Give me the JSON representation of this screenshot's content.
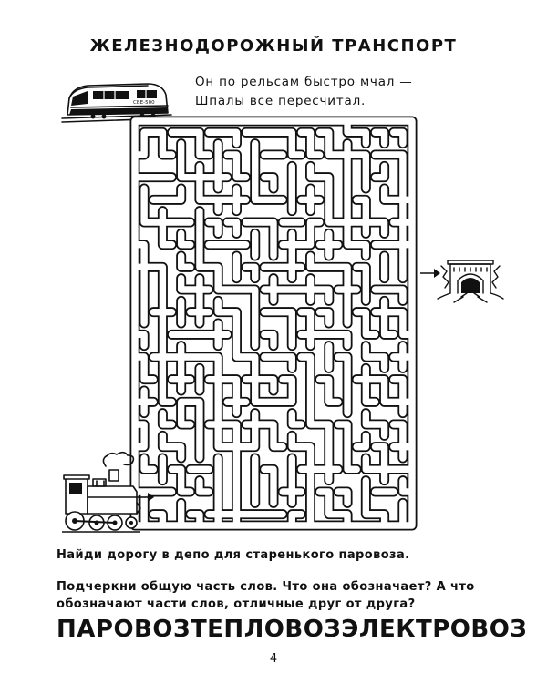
{
  "title": "ЖЕЛЕЗНОДОРОЖНЫЙ ТРАНСПОРТ",
  "poem": {
    "line1": "Он по рельсам быстро мчал —",
    "line2": "Шпалы все пересчитал."
  },
  "train_sign": "СВЕ-500",
  "task1": "Найди дорогу в депо для старенького паровоза.",
  "task2": "Подчеркни общую часть слов. Что она обозначает? А что обозначают части слов, отличные друг от друга?",
  "words": [
    "ПАРОВОЗ",
    "ТЕПЛОВОЗ",
    "ЭЛЕКТРОВОЗ"
  ],
  "page_number": "4",
  "maze": {
    "path_color": "#111111",
    "cells": [
      [
        8,
        2,
        0,
        2,
        0,
        2,
        0,
        0,
        2,
        2,
        2,
        3,
        2,
        2,
        2
      ],
      [
        5,
        3,
        1,
        3,
        1,
        2,
        1,
        0,
        3,
        3,
        3,
        4,
        2,
        0,
        2
      ],
      [
        0,
        0,
        3,
        4,
        4,
        3,
        1,
        2,
        1,
        3,
        2,
        1,
        1,
        5,
        1
      ],
      [
        1,
        0,
        5,
        3,
        7,
        4,
        3,
        0,
        1,
        4,
        1,
        1,
        2,
        3,
        4
      ],
      [
        3,
        4,
        0,
        1,
        2,
        2,
        0,
        2,
        0,
        6,
        3,
        4,
        4,
        2,
        4
      ],
      [
        2,
        3,
        3,
        1,
        0,
        0,
        1,
        1,
        4,
        5,
        4,
        3,
        2,
        0,
        4
      ],
      [
        4,
        2,
        3,
        3,
        2,
        1,
        2,
        0,
        4,
        3,
        0,
        2,
        2,
        1,
        1
      ],
      [
        1,
        1,
        3,
        4,
        3,
        0,
        2,
        4,
        0,
        4,
        2,
        4,
        1,
        0,
        2
      ],
      [
        1,
        4,
        1,
        4,
        3,
        2,
        1,
        0,
        2,
        2,
        2,
        1,
        2,
        4,
        2
      ],
      [
        2,
        1,
        0,
        0,
        4,
        1,
        1,
        2,
        1,
        4,
        0,
        2,
        3,
        3,
        3
      ],
      [
        2,
        4,
        4,
        0,
        2,
        3,
        2,
        0,
        2,
        2,
        1,
        2,
        3,
        2,
        4
      ],
      [
        3,
        1,
        4,
        1,
        4,
        2,
        4,
        2,
        2,
        1,
        2,
        1,
        4,
        2,
        2
      ],
      [
        4,
        3,
        6,
        2,
        1,
        4,
        3,
        0,
        5,
        1,
        3,
        1,
        3,
        3,
        4
      ],
      [
        2,
        3,
        3,
        1,
        4,
        2,
        4,
        2,
        3,
        3,
        2,
        2,
        3,
        2,
        2
      ],
      [
        5,
        3,
        2,
        1,
        3,
        4,
        5,
        3,
        3,
        2,
        1,
        1,
        5,
        2,
        4
      ],
      [
        3,
        1,
        2,
        0,
        1,
        1,
        1,
        2,
        1,
        4,
        4,
        3,
        3,
        4,
        0
      ],
      [
        7,
        0,
        3,
        3,
        1,
        1,
        1,
        1,
        4,
        1,
        2,
        2,
        1,
        0,
        3
      ],
      [
        1,
        2,
        1,
        2,
        4,
        4,
        0,
        0,
        6,
        1,
        3,
        2,
        3,
        2,
        1
      ]
    ]
  }
}
